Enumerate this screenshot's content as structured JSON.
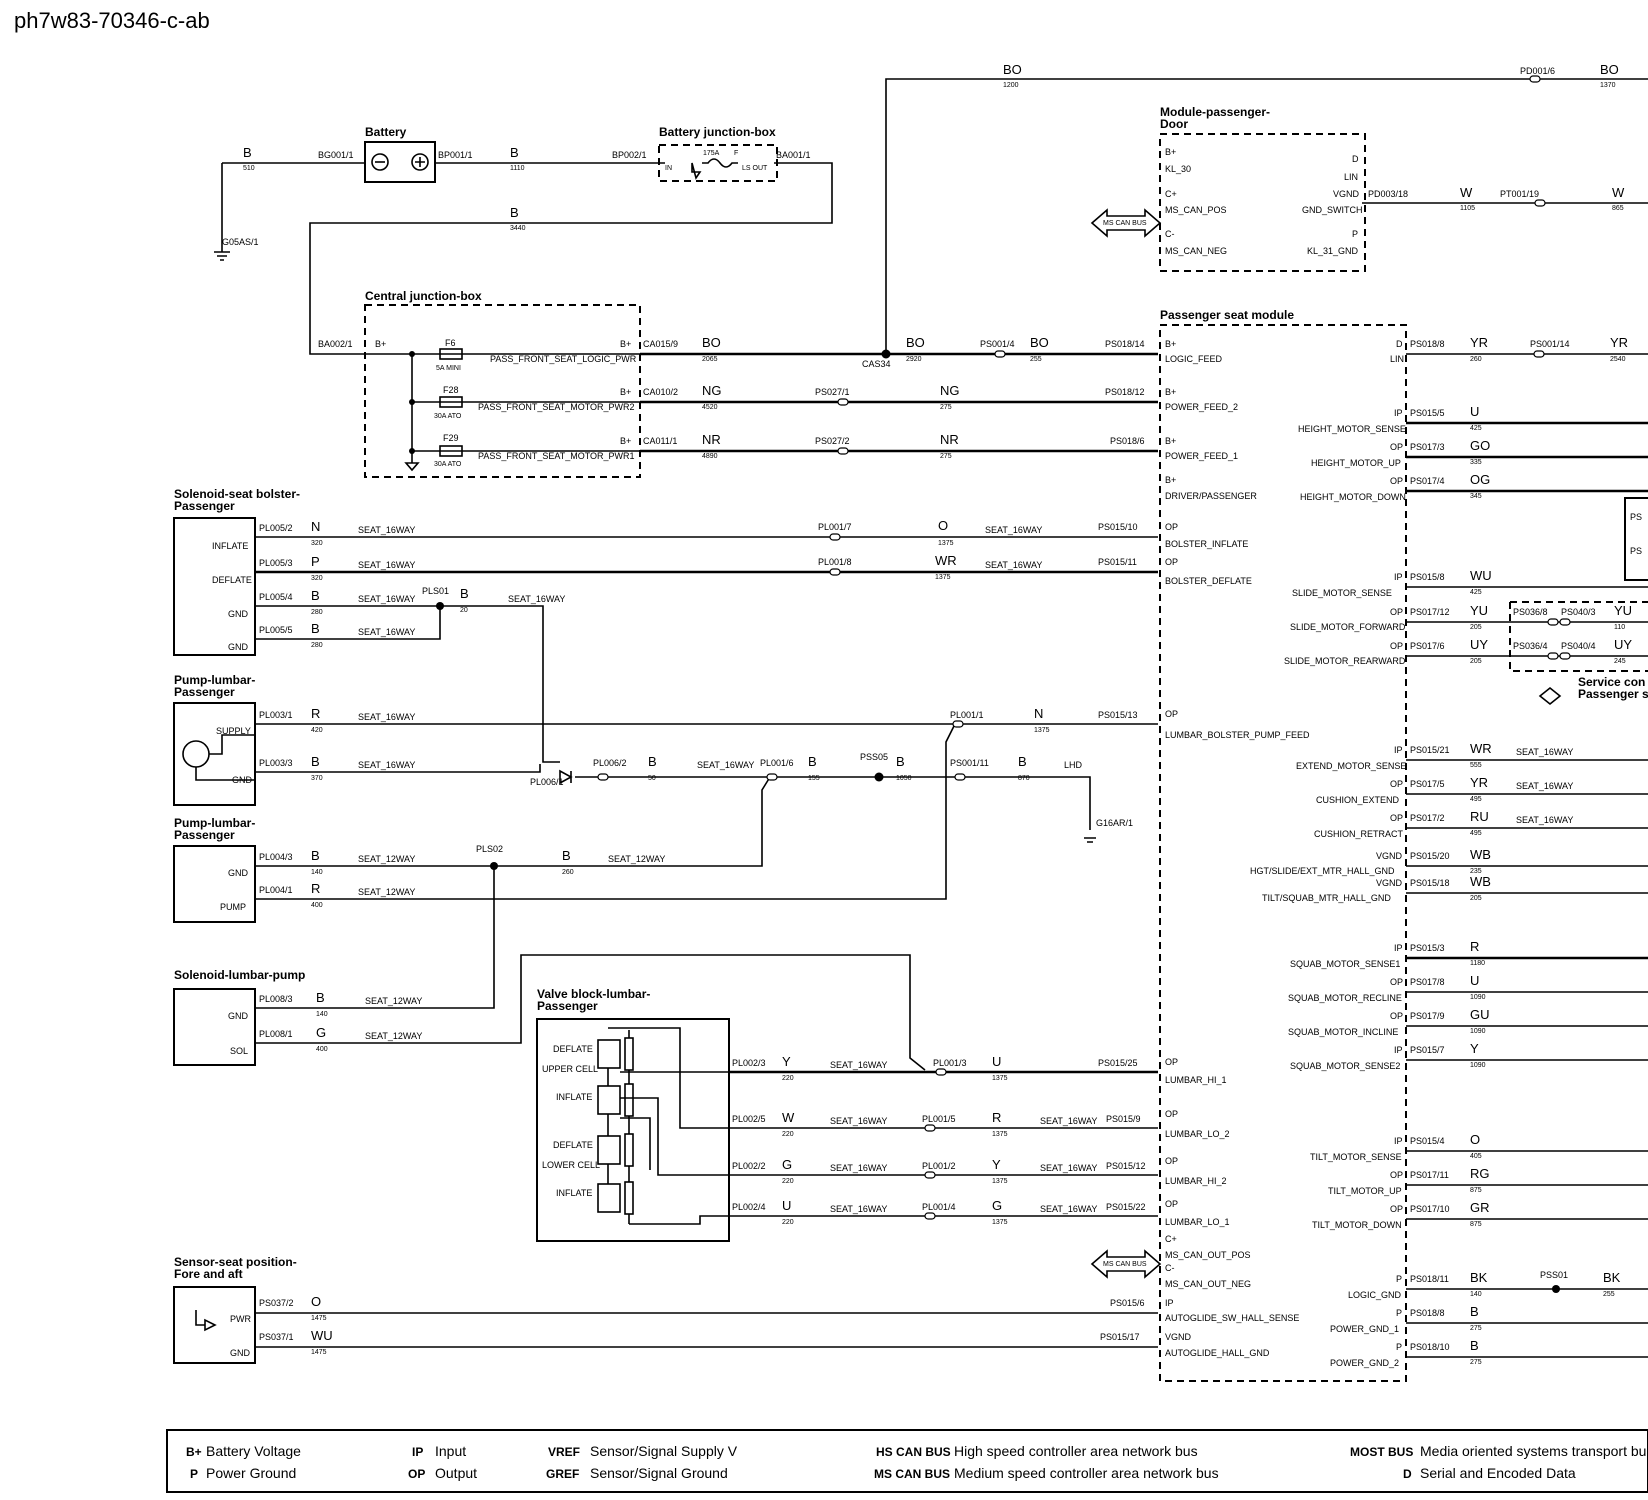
{
  "doc_id": "ph7w83-70346-c-ab",
  "blocks": {
    "battery": "Battery",
    "battery_jb": "Battery junction-box",
    "central_jb": "Central junction-box",
    "mod_door_1": "Module-passenger-",
    "mod_door_2": "Door",
    "seat_module": "Passenger seat module",
    "sol_bolster_1": "Solenoid-seat bolster-",
    "sol_bolster_2": "Passenger",
    "pump_a_1": "Pump-lumbar-",
    "pump_a_2": "Passenger",
    "pump_b_1": "Pump-lumbar-",
    "pump_b_2": "Passenger",
    "sol_pump": "Solenoid-lumbar-pump",
    "valve_1": "Valve block-lumbar-",
    "valve_2": "Passenger",
    "sensor_1": "Sensor-seat position-",
    "sensor_2": "Fore and aft",
    "service_1": "Service con",
    "service_2": "Passenger s"
  },
  "labels": {
    "t_b1": "B",
    "t_510": "510",
    "t_bg001": "BG001/1",
    "t_bp001": "BP001/1",
    "t_b2": "B",
    "t_1110": "1110",
    "t_bp002": "BP002/1",
    "t_175a": "175A",
    "t_f": "F",
    "t_in": "IN",
    "t_lsout": "LS OUT",
    "t_ba001": "BA001/1",
    "t_b3": "B",
    "t_3440": "3440",
    "t_g05as": "G05AS/1",
    "t_bo_top": "BO",
    "t_1200": "1200",
    "t_pd001": "PD001/6",
    "t_bo_tr": "BO",
    "t_1370": "1370",
    "t_ba002": "BA002/1",
    "t_bplus1": "B+",
    "t_f6": "F6",
    "t_5amini": "5A MINI",
    "t_f28": "F28",
    "t_30ato1": "30A ATO",
    "t_f29": "F29",
    "t_30ato2": "30A ATO",
    "t_bplus2": "B+",
    "t_bplus3": "B+",
    "t_bplus4": "B+",
    "t_logic": "PASS_FRONT_SEAT_LOGIC_PWR",
    "t_motor2": "PASS_FRONT_SEAT_MOTOR_PWR2",
    "t_motor1": "PASS_FRONT_SEAT_MOTOR_PWR1",
    "t_ca015": "CA015/9",
    "t_ca010": "CA010/2",
    "t_ca011": "CA011/1",
    "t_bo1": "BO",
    "t_2065": "2065",
    "t_ng1": "NG",
    "t_4520": "4520",
    "t_nr1": "NR",
    "t_4890": "4890",
    "t_cas34": "CAS34",
    "t_bo2": "BO",
    "t_2920": "2920",
    "t_ps001_4": "PS001/4",
    "t_bo3": "BO",
    "t_255": "255",
    "t_ps018_14": "PS018/14",
    "t_ps027_1": "PS027/1",
    "t_ng2": "NG",
    "t_275a": "275",
    "t_ps018_12": "PS018/12",
    "t_ps027_2": "PS027/2",
    "t_nr2": "NR",
    "t_275b": "275",
    "t_ps018_6": "PS018/6",
    "t_md_bplus": "B+",
    "t_kl30": "KL_30",
    "t_md_cplus": "C+",
    "t_ms_pos": "MS_CAN_POS",
    "t_md_cminus": "C-",
    "t_ms_neg": "MS_CAN_NEG",
    "t_md_d": "D",
    "t_lin": "LIN",
    "t_vgnd": "VGND",
    "t_gnd_sw": "GND_SWITCH",
    "t_md_p": "P",
    "t_kl31": "KL_31_GND",
    "t_pd003": "PD003/18",
    "t_w1": "W",
    "t_1105": "1105",
    "t_pt001": "PT001/19",
    "t_w2": "W",
    "t_865": "865",
    "t_mscan1": "MS CAN BUS",
    "t_mscan2": "MS CAN BUS",
    "t_sm_bp1": "B+",
    "t_logic_feed": "LOGIC_FEED",
    "t_sm_bp2": "B+",
    "t_pf2": "POWER_FEED_2",
    "t_sm_bp3": "B+",
    "t_pf1": "POWER_FEED_1",
    "t_sm_bp4": "B+",
    "t_drv": "DRIVER/PASSENGER",
    "t_sm_op1": "OP",
    "t_bol_inf": "BOLSTER_INFLATE",
    "t_sm_op2": "OP",
    "t_bol_def": "BOLSTER_DEFLATE",
    "t_sm_op3": "OP",
    "t_lumbar_pump": "LUMBAR_BOLSTER_PUMP_FEED",
    "t_sm_op4": "OP",
    "t_lhi1": "LUMBAR_HI_1",
    "t_sm_op5": "OP",
    "t_llo2": "LUMBAR_LO_2",
    "t_sm_op6": "OP",
    "t_lhi2": "LUMBAR_HI_2",
    "t_sm_op7": "OP",
    "t_llo1": "LUMBAR_LO_1",
    "t_sm_cp": "C+",
    "t_msout_pos": "MS_CAN_OUT_POS",
    "t_sm_cm": "C-",
    "t_msout_neg": "MS_CAN_OUT_NEG",
    "t_sm_ip": "IP",
    "t_ag_sense": "AUTOGLIDE_SW_HALL_SENSE",
    "t_sm_vgnd": "VGND",
    "t_ag_gnd": "AUTOGLIDE_HALL_GND",
    "t_inflate1": "INFLATE",
    "t_deflate1": "DEFLATE",
    "t_gnd1": "GND",
    "t_gnd2": "GND",
    "t_pl005_2": "PL005/2",
    "t_pl005_3": "PL005/3",
    "t_pl005_4": "PL005/4",
    "t_pl005_5": "PL005/5",
    "t_n1": "N",
    "t_320": "320",
    "t_p1": "P",
    "t_320b": "320",
    "t_b4": "B",
    "t_280a": "280",
    "t_b5": "B",
    "t_280b": "280",
    "t_s16a": "SEAT_16WAY",
    "t_s16b": "SEAT_16WAY",
    "t_s16c": "SEAT_16WAY",
    "t_s16d": "SEAT_16WAY",
    "t_s16e": "SEAT_16WAY",
    "t_pls01": "PLS01",
    "t_b6": "B",
    "t_20": "20",
    "t_pl001_7": "PL001/7",
    "t_o1": "O",
    "t_1375a": "1375",
    "t_s16f": "SEAT_16WAY",
    "t_ps015_10": "PS015/10",
    "t_pl001_8": "PL001/8",
    "t_wr1": "WR",
    "t_1375b": "1375",
    "t_s16g": "SEAT_16WAY",
    "t_ps015_11": "PS015/11",
    "t_supply": "SUPPLY",
    "t_gnd3": "GND",
    "t_pl003_1": "PL003/1",
    "t_r1": "R",
    "t_420": "420",
    "t_s16h": "SEAT_16WAY",
    "t_pl003_3": "PL003/3",
    "t_b7": "B",
    "t_370": "370",
    "t_s16i": "SEAT_16WAY",
    "t_pl001_1": "PL001/1",
    "t_n2": "N",
    "t_1375c": "1375",
    "t_ps015_13": "PS015/13",
    "t_pl006_1": "PL006/1",
    "t_pl006_2": "PL006/2",
    "t_b8": "B",
    "t_50": "50",
    "t_s16j": "SEAT_16WAY",
    "t_pl001_6": "PL001/6",
    "t_b9": "B",
    "t_155": "155",
    "t_pss05": "PSS05",
    "t_b10": "B",
    "t_1050": "1050",
    "t_ps001_11": "PS001/11",
    "t_b11": "B",
    "t_870": "870",
    "t_lhd": "LHD",
    "t_g16ar": "G16AR/1",
    "t_gnd4": "GND",
    "t_pump": "PUMP",
    "t_pl004_3": "PL004/3",
    "t_b12": "B",
    "t_140a": "140",
    "t_s12a": "SEAT_12WAY",
    "t_pls02": "PLS02",
    "t_b13": "B",
    "t_260": "260",
    "t_s12b": "SEAT_12WAY",
    "t_pl004_1": "PL004/1",
    "t_r2": "R",
    "t_400a": "400",
    "t_s12c": "SEAT_12WAY",
    "t_gnd5": "GND",
    "t_sol": "SOL",
    "t_pl008_3": "PL008/3",
    "t_b14": "B",
    "t_140b": "140",
    "t_s12d": "SEAT_12WAY",
    "t_pl008_1": "PL008/1",
    "t_g1": "G",
    "t_400b": "400",
    "t_s12e": "SEAT_12WAY",
    "t_v_def1": "DEFLATE",
    "t_v_upper": "UPPER CELL",
    "t_v_inf1": "INFLATE",
    "t_v_def2": "DEFLATE",
    "t_v_lower": "LOWER CELL",
    "t_v_inf2": "INFLATE",
    "t_pl002_3": "PL002/3",
    "t_y1": "Y",
    "t_220a": "220",
    "t_s16k": "SEAT_16WAY",
    "t_pl001_3": "PL001/3",
    "t_u1": "U",
    "t_1375d": "1375",
    "t_ps015_25": "PS015/25",
    "t_pl002_5": "PL002/5",
    "t_w3": "W",
    "t_220b": "220",
    "t_s16l": "SEAT_16WAY",
    "t_pl001_5": "PL001/5",
    "t_r3": "R",
    "t_1375e": "1375",
    "t_s16m": "SEAT_16WAY",
    "t_ps015_9": "PS015/9",
    "t_pl002_2": "PL002/2",
    "t_g2": "G",
    "t_220c": "220",
    "t_s16n": "SEAT_16WAY",
    "t_pl001_2": "PL001/2",
    "t_y2": "Y",
    "t_1375f": "1375",
    "t_s16o": "SEAT_16WAY",
    "t_ps015_12": "PS015/12",
    "t_pl002_4": "PL002/4",
    "t_u2": "U",
    "t_220d": "220",
    "t_s16p": "SEAT_16WAY",
    "t_pl001_4": "PL001/4",
    "t_g3": "G",
    "t_1375g": "1375",
    "t_s16q": "SEAT_16WAY",
    "t_ps015_22": "PS015/22",
    "t_pwr": "PWR",
    "t_gnd6": "GND",
    "t_ps037_2": "PS037/2",
    "t_o2": "O",
    "t_1475a": "1475",
    "t_ps015_6": "PS015/6",
    "t_ps037_1": "PS037/1",
    "t_wu1": "WU",
    "t_1475b": "1475",
    "t_ps015_17": "PS015/17",
    "r_d": "D",
    "r_lin": "LIN",
    "r_ps018_8": "PS018/8",
    "r_yr1": "YR",
    "r_260": "260",
    "r_ps001_14": "PS001/14",
    "r_yr2": "YR",
    "r_2540": "2540",
    "r_ip1": "IP",
    "r_hms": "HEIGHT_MOTOR_SENSE",
    "r_ps015_5": "PS015/5",
    "r_u1": "U",
    "r_425a": "425",
    "r_op1": "OP",
    "r_hmu": "HEIGHT_MOTOR_UP",
    "r_ps017_3": "PS017/3",
    "r_go": "GO",
    "r_335": "335",
    "r_op2": "OP",
    "r_hmd": "HEIGHT_MOTOR_DOWN",
    "r_ps017_4": "PS017/4",
    "r_og": "OG",
    "r_345": "345",
    "r_ps_a": "PS",
    "r_ps_b": "PS",
    "r_ip2": "IP",
    "r_sms": "SLIDE_MOTOR_SENSE",
    "r_ps015_8": "PS015/8",
    "r_wu": "WU",
    "r_425b": "425",
    "r_op3": "OP",
    "r_smf": "SLIDE_MOTOR_FORWARD",
    "r_ps017_12": "PS017/12",
    "r_yu1": "YU",
    "r_205a": "205",
    "r_ps036_8": "PS036/8",
    "r_ps040_3": "PS040/3",
    "r_yu2": "YU",
    "r_110": "110",
    "r_op4": "OP",
    "r_smr": "SLIDE_MOTOR_REARWARD",
    "r_ps017_6": "PS017/6",
    "r_uy1": "UY",
    "r_205b": "205",
    "r_ps036_4": "PS036/4",
    "r_ps040_4": "PS040/4",
    "r_uy2": "UY",
    "r_245": "245",
    "r_ip3": "IP",
    "r_ems": "EXTEND_MOTOR_SENSE",
    "r_ps015_21": "PS015/21",
    "r_wr": "WR",
    "r_555": "555",
    "r_s16a": "SEAT_16WAY",
    "r_op5": "OP",
    "r_ce": "CUSHION_EXTEND",
    "r_ps017_5": "PS017/5",
    "r_yr3": "YR",
    "r_495a": "495",
    "r_s16b": "SEAT_16WAY",
    "r_op6": "OP",
    "r_cr": "CUSHION_RETRACT",
    "r_ps017_2": "PS017/2",
    "r_ru": "RU",
    "r_495b": "495",
    "r_s16c": "SEAT_16WAY",
    "r_vgnd1": "VGND",
    "r_hgt": "HGT/SLIDE/EXT_MTR_HALL_GND",
    "r_ps015_20": "PS015/20",
    "r_wb1": "WB",
    "r_235": "235",
    "r_vgnd2": "VGND",
    "r_tilt_gnd": "TILT/SQUAB_MTR_HALL_GND",
    "r_ps015_18": "PS015/18",
    "r_wb2": "WB",
    "r_205c": "205",
    "r_ip4": "IP",
    "r_sqs1": "SQUAB_MOTOR_SENSE1",
    "r_ps015_3": "PS015/3",
    "r_r": "R",
    "r_1180": "1180",
    "r_op7": "OP",
    "r_sqr": "SQUAB_MOTOR_RECLINE",
    "r_ps017_8": "PS017/8",
    "r_u2": "U",
    "r_1090a": "1090",
    "r_op8": "OP",
    "r_sqi": "SQUAB_MOTOR_INCLINE",
    "r_ps017_9": "PS017/9",
    "r_gu": "GU",
    "r_1090b": "1090",
    "r_ip5": "IP",
    "r_sqs2": "SQUAB_MOTOR_SENSE2",
    "r_ps015_7": "PS015/7",
    "r_y": "Y",
    "r_1090c": "1090",
    "r_ip6": "IP",
    "r_tms": "TILT_MOTOR_SENSE",
    "r_ps015_4": "PS015/4",
    "r_o": "O",
    "r_405": "405",
    "r_op9": "OP",
    "r_tmu": "TILT_MOTOR_UP",
    "r_ps017_11": "PS017/11",
    "r_rg": "RG",
    "r_875a": "875",
    "r_op10": "OP",
    "r_tmd": "TILT_MOTOR_DOWN",
    "r_ps017_10": "PS017/10",
    "r_gr": "GR",
    "r_875b": "875",
    "r_p1": "P",
    "r_lgnd": "LOGIC_GND",
    "r_ps018_11": "PS018/11",
    "r_bk1": "BK",
    "r_140": "140",
    "r_pss01": "PSS01",
    "r_bk2": "BK",
    "r_255": "255",
    "r_p2": "P",
    "r_pg1": "POWER_GND_1",
    "r_ps018_8b": "PS018/8",
    "r_b1": "B",
    "r_275a": "275",
    "r_p3": "P",
    "r_pg2": "POWER_GND_2",
    "r_ps018_10": "PS018/10",
    "r_b2": "B",
    "r_275b": "275"
  },
  "legend": {
    "k1": "B+",
    "v1": "Battery Voltage",
    "k2": "P",
    "v2": "Power Ground",
    "k3": "IP",
    "v3": "Input",
    "k4": "OP",
    "v4": "Output",
    "k5": "VREF",
    "v5": "Sensor/Signal Supply V",
    "k6": "GREF",
    "v6": "Sensor/Signal Ground",
    "k7": "HS CAN BUS",
    "v7": "High speed controller area network bus",
    "k8": "MS CAN BUS",
    "v8": "Medium speed controller area network bus",
    "k9": "MOST BUS",
    "v9": "Media oriented systems transport bu",
    "k10": "D",
    "v10": "Serial and Encoded Data"
  }
}
